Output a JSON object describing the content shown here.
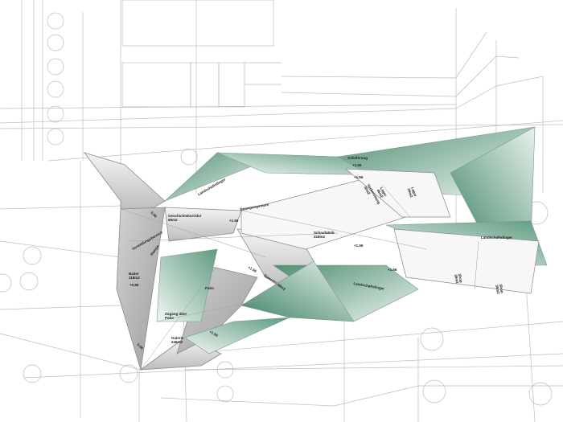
{
  "drawing": {
    "type": "architectural-floor-plan",
    "colors": {
      "green_dark": "#4f8f72",
      "green_light": "#e6f0ea",
      "grey_dark": "#9a9a9a",
      "grey_light": "#e9e9e9",
      "line": "#9a9a9a"
    }
  },
  "labels": {
    "geschichtskorridor": "Geschichtskorridor\n66m2",
    "landschaftsfinger_top": "Landschaftsfinger",
    "anlieferung": "Anlieferung",
    "level_anlieferung": "+1.56",
    "level_top": "+1.56",
    "bewegungsraum": "Bewegungsraum",
    "level_korridor": "+1.56",
    "schaufabrik": "Schaufabrik\n318m2",
    "level_schaufabrik": "+1.56",
    "lager_a": "Lager\n25m2",
    "lager_b": "Lager\n45m2",
    "vorbereitung": "Vorbereitung\n30m2",
    "landschaftsfinger_right": "Landschaftsfinger",
    "landschaftsfinger_mid": "Landschaftsfinger",
    "shop_a": "Shop\n35m2",
    "shop_b": "Shop\n35m2",
    "level_shop": "+1.56",
    "baiter": "Baiter\n118m2",
    "level_baiter": "+0.86",
    "level_left_top": "0.66",
    "level_left_bottom": "0.66",
    "ramp_a": "Vermittlungsbereich",
    "ramp_b": "Rampe",
    "patio": "Patio",
    "zugang": "Zugang über\nPatio",
    "galerie": "Galerie\n246m2",
    "level_galerie": "+1.56",
    "sammler": "Sammler 48m2",
    "level_sammler": "+1.56"
  }
}
